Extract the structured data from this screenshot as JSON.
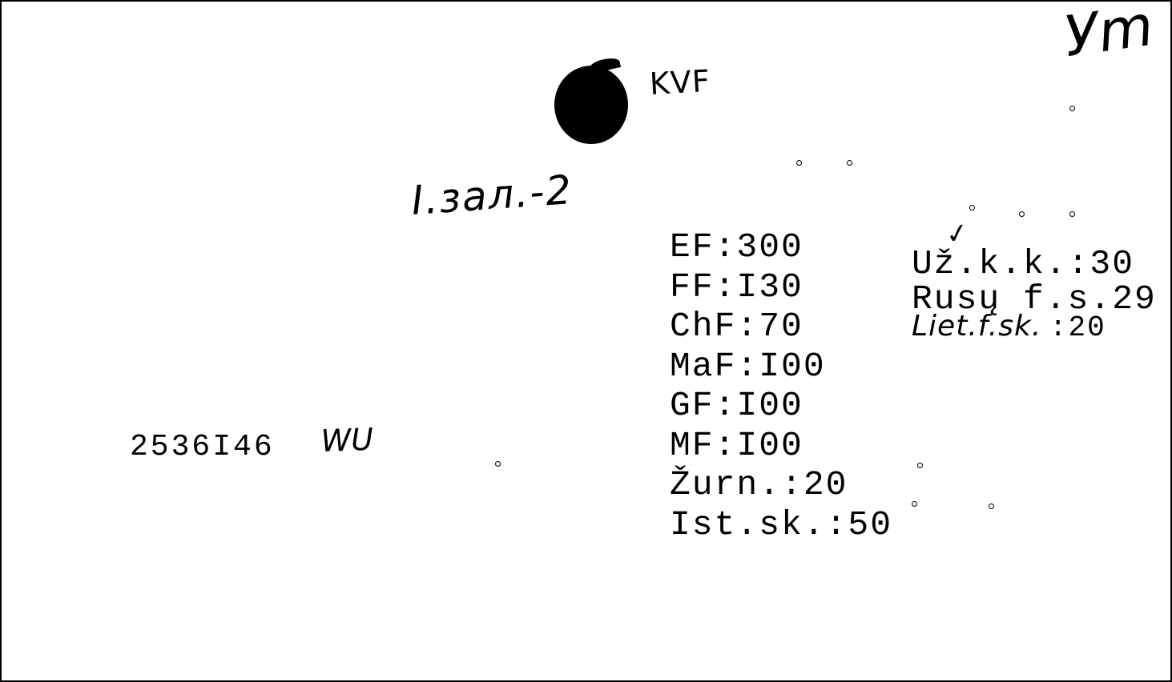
{
  "card": {
    "top_left_ink": "KVF",
    "corner_initials": "Уm",
    "call_number": "I.зал.-2",
    "record_number": "2536I46",
    "record_mark": "WU",
    "checkmark": "✓",
    "holdings_left": [
      "EF:300",
      "FF:I30",
      "ChF:70",
      "MaF:I00",
      "GF:I00",
      "MF:I00",
      "Žurn.:20",
      "Ist.sk.:50"
    ],
    "holdings_right_typed": [
      "Už.k.k.:30",
      "Rusų f.s.29"
    ],
    "holdings_right_hand_label": "Liet.f.sk.",
    "holdings_right_hand_value": ":20"
  },
  "colors": {
    "ink": "#000000",
    "paper": "#ffffff"
  }
}
